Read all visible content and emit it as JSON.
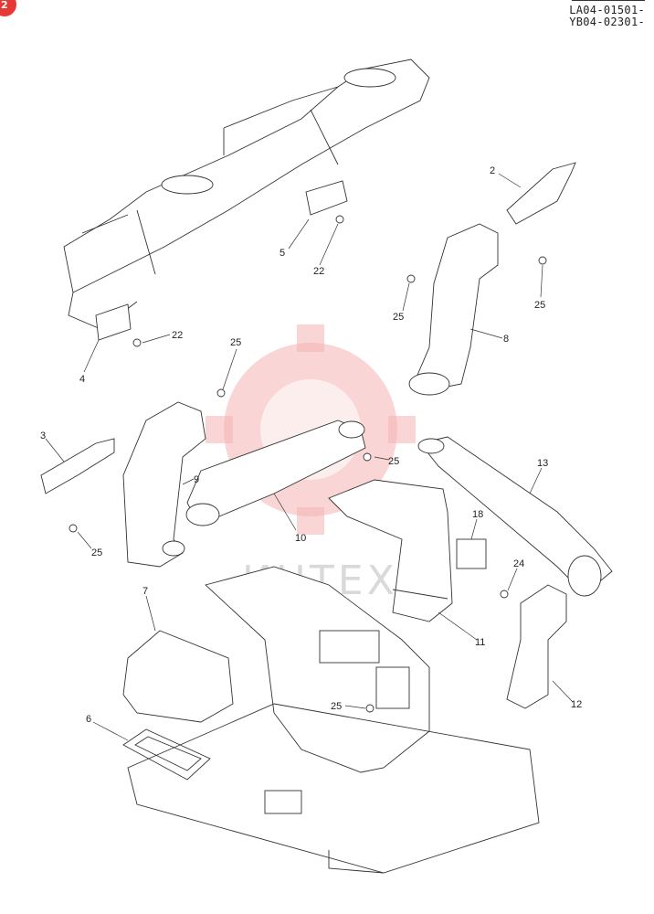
{
  "header": {
    "badge": "2",
    "badge_color": "#e53935",
    "code_line_1": "LA04-01501-",
    "code_line_2": "YB04-02301-"
  },
  "watermark": {
    "text": "ИНТЕХ",
    "color": "#f4b3b3"
  },
  "callouts": [
    {
      "label": "2"
    },
    {
      "label": "5"
    },
    {
      "label": "22"
    },
    {
      "label": "25"
    },
    {
      "label": "25"
    },
    {
      "label": "8"
    },
    {
      "label": "22"
    },
    {
      "label": "4"
    },
    {
      "label": "25"
    },
    {
      "label": "3"
    },
    {
      "label": "9"
    },
    {
      "label": "25"
    },
    {
      "label": "10"
    },
    {
      "label": "13"
    },
    {
      "label": "25"
    },
    {
      "label": "18"
    },
    {
      "label": "7"
    },
    {
      "label": "24"
    },
    {
      "label": "11"
    },
    {
      "label": "12"
    },
    {
      "label": "25"
    },
    {
      "label": "6"
    }
  ]
}
